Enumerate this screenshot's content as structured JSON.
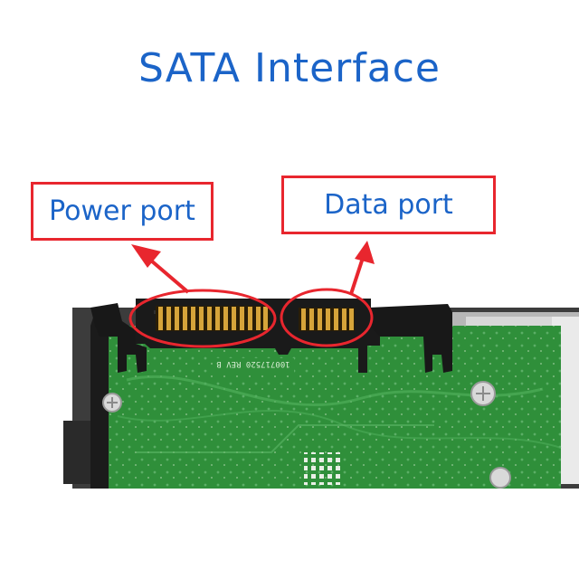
{
  "title": "SATA Interface",
  "labels": {
    "power": "Power port",
    "data": "Data port"
  },
  "colors": {
    "title": "#1b64c8",
    "label_text": "#1b64c8",
    "highlight_red": "#e8262e",
    "pcb_green": "#2f8f3a",
    "connector_black": "#1a1a1a",
    "gold_pin": "#d6a43a"
  }
}
